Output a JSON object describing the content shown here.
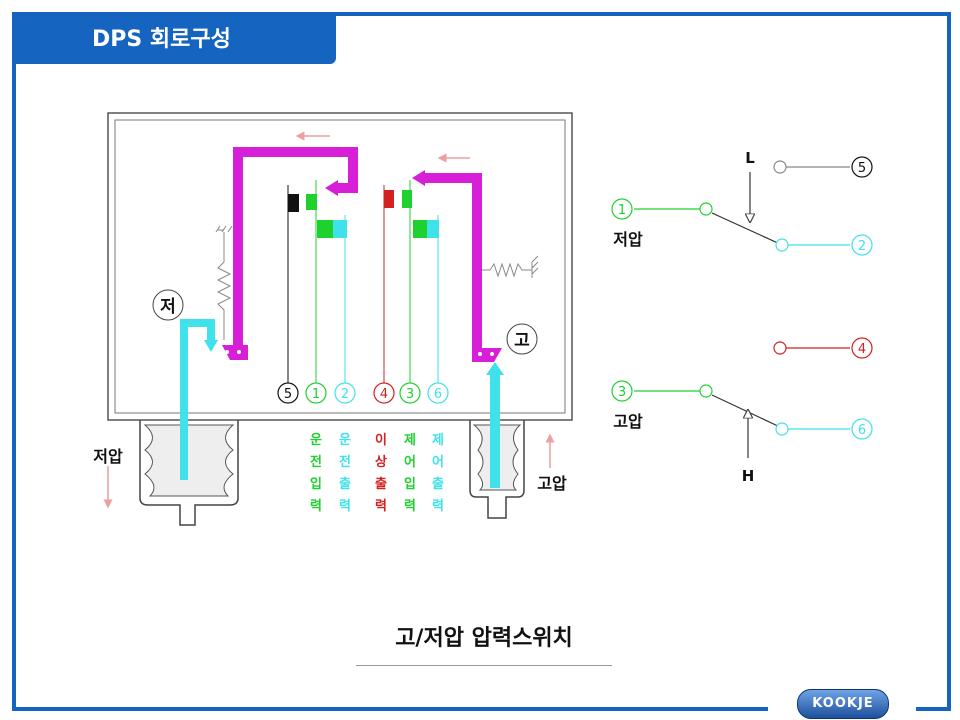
{
  "header": {
    "title": "DPS 회로구성"
  },
  "caption": {
    "text": "고/저압 압력스위치"
  },
  "logo": {
    "text": "KOOKJE"
  },
  "colors": {
    "frame_blue": "#1565c0",
    "magenta": "#d81fd8",
    "cyan": "#3fe2ea",
    "green": "#1ed12e",
    "red": "#d32020",
    "black": "#111111"
  },
  "switch_box": {
    "low_label": "저",
    "high_label": "고",
    "low_pressure_label": "저압",
    "high_pressure_label": "고압",
    "terminals": [
      "5",
      "1",
      "2",
      "4",
      "3",
      "6"
    ],
    "terminal_captions": [
      {
        "chars": [
          "운",
          "전",
          "입",
          "력"
        ],
        "color": "green"
      },
      {
        "chars": [
          "운",
          "전",
          "출",
          "력"
        ],
        "color": "cyan"
      },
      {
        "chars": [
          "이",
          "상",
          "출",
          "력"
        ],
        "color": "red"
      },
      {
        "chars": [
          "제",
          "어",
          "입",
          "력"
        ],
        "color": "green"
      },
      {
        "chars": [
          "제",
          "어",
          "출",
          "력"
        ],
        "color": "cyan"
      }
    ]
  },
  "schematic": {
    "low_switch": {
      "common": "1",
      "nc": "5",
      "no": "2",
      "arrow_label": "L",
      "name": "저압"
    },
    "high_switch": {
      "common": "3",
      "nc": "4",
      "no": "6",
      "arrow_label": "H",
      "name": "고압"
    }
  }
}
